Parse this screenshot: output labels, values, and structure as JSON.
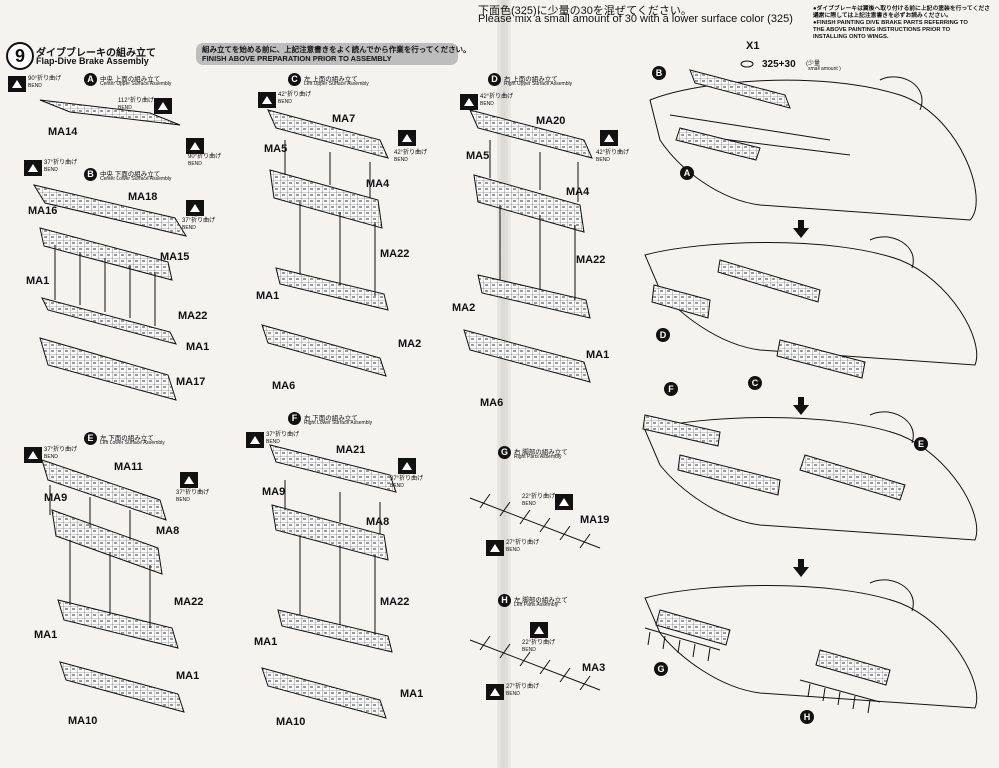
{
  "header": {
    "paint_note_jp": "下面色(325)に少量の30を混ぜてください。",
    "paint_note_en": "Please mix a small amount of 30 with a lower surface color (325)"
  },
  "step": {
    "number": "9",
    "title_jp": "ダイブブレーキの組み立て",
    "title_en": "Flap-Dive Brake Assembly"
  },
  "warning": {
    "jp": "組み立てを始める前に、上記注意書きをよく読んでから作業を行ってください。",
    "en": "FINISH ABOVE PREPARATION PRIOR TO ASSEMBLY"
  },
  "right_notes": [
    "●ダイブブレーキは翼後へ取り付ける前に上記の塗装を行ってください。",
    "通常に際しては上記注意書きを必ずお読みください。",
    "●FINISH PAINTING DIVE BRAKE PARTS REFERRING TO",
    "THE ABOVE PAINTING INSTRUCTIONS PRIOR TO",
    "INSTALLING ONTO WINGS."
  ],
  "subassemblies": [
    {
      "letter": "A",
      "jp": "中央 上面の組み立て",
      "en": "Center Upper Surface Assembly"
    },
    {
      "letter": "B",
      "jp": "中央 下面の組み立て",
      "en": "Center Lower Surface Assembly"
    },
    {
      "letter": "C",
      "jp": "左 上面の組み立て",
      "en": "Left Upper Surface Assembly"
    },
    {
      "letter": "D",
      "jp": "右 上面の組み立て",
      "en": "Right Upper Surface Assembly"
    },
    {
      "letter": "E",
      "jp": "左 下面の組み立て",
      "en": "Left Lower Surface Assembly"
    },
    {
      "letter": "F",
      "jp": "右 下面の組み立て",
      "en": "Right Lower Surface Assembly"
    },
    {
      "letter": "G",
      "jp": "右 脚部の組み立て",
      "en": "Right Parts Assembly"
    },
    {
      "letter": "H",
      "jp": "左 脚部の組み立て",
      "en": "Left Parts Assembly"
    }
  ],
  "bends": {
    "b90": "90°折り曲げ",
    "b112": "112°折り曲げ",
    "b37": "37°折り曲げ",
    "b42": "42°折り曲げ",
    "b22": "22°折り曲げ",
    "b27": "27°折り曲げ",
    "bend": "BEND"
  },
  "parts": {
    "ma14": "MA14",
    "ma18": "MA18",
    "ma16": "MA16",
    "ma15": "MA15",
    "ma1": "MA1",
    "ma22": "MA22",
    "ma17": "MA17",
    "ma11": "MA11",
    "ma9": "MA9",
    "ma8": "MA8",
    "ma10": "MA10",
    "ma7": "MA7",
    "ma5": "MA5",
    "ma4": "MA4",
    "ma2": "MA2",
    "ma6": "MA6",
    "ma21": "MA21",
    "ma20": "MA20",
    "ma19": "MA19",
    "ma3": "MA3"
  },
  "paint_callout": {
    "x1": "X1",
    "formula": "325+30",
    "small_jp": "(少量",
    "small_en": "small amount )"
  },
  "wing_labels": [
    "A",
    "B",
    "C",
    "D",
    "E",
    "F",
    "G",
    "H"
  ]
}
